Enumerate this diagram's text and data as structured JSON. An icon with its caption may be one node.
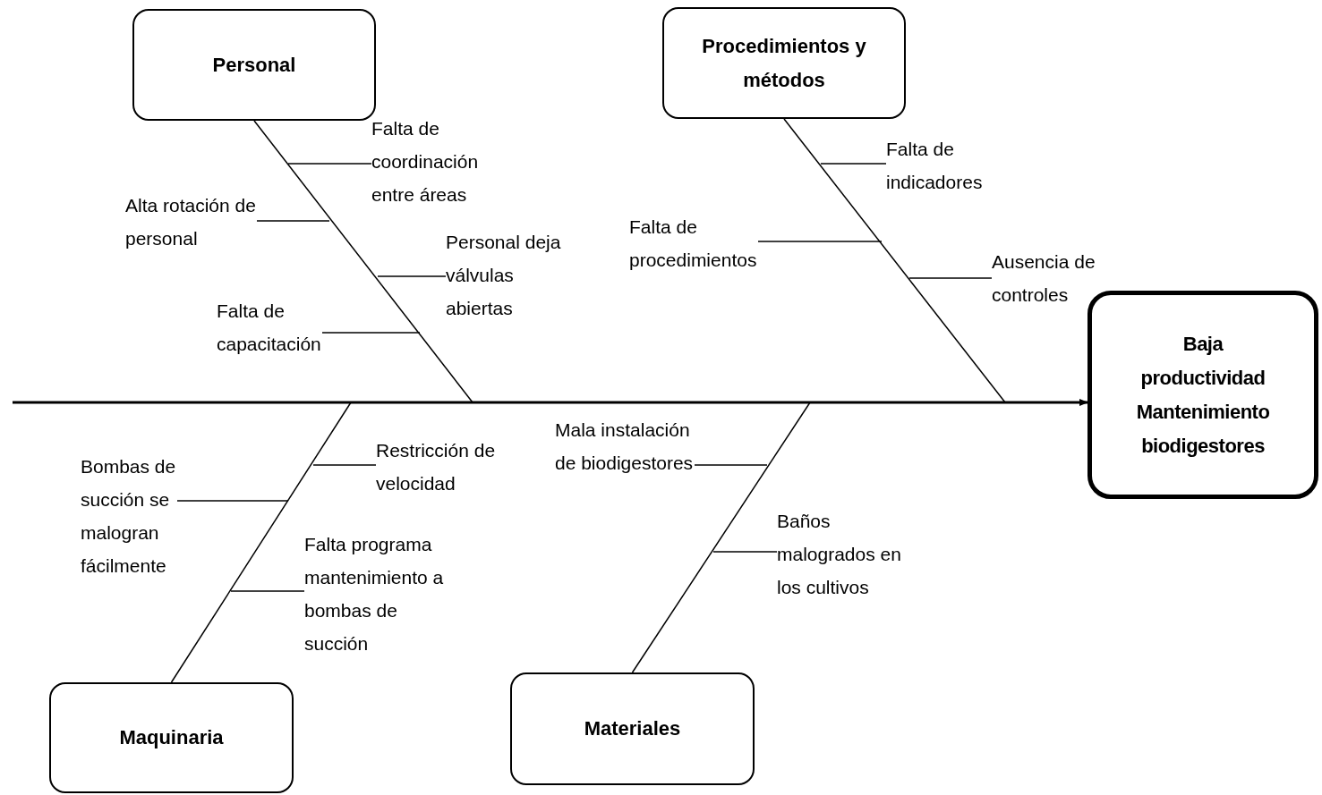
{
  "diagram": {
    "nodes": [
      {
        "text": [
          "Personal"
        ]
      },
      {
        "text": [
          "Procedimientos y métodos"
        ]
      },
      {
        "text": [
          "Falta de coordinación entre áreas"
        ]
      },
      {
        "text": [
          "Alta rotación de personal"
        ]
      },
      {
        "text": [
          "Personal deja válvulas abiertas"
        ]
      },
      {
        "text": [
          "Falta de capacitación"
        ]
      },
      {
        "text": [
          "Falta de indicadores"
        ]
      },
      {
        "text": [
          "Falta de procedimientos"
        ]
      },
      {
        "text": [
          "Ausencia de controles"
        ]
      },
      {
        "text": [
          "Baja productividad Mantenimiento biodigestores"
        ]
      },
      {
        "text": [
          "Restricción de velocidad"
        ]
      },
      {
        "text": [
          "Bombas de succión se malogran fácilmente"
        ]
      },
      {
        "text": [
          "Falta programa mantenimiento a bombas de succión"
        ]
      },
      {
        "text": [
          "Mala instalación de biodigestores"
        ]
      },
      {
        "text": [
          "Baños malogrados en los cultivos"
        ]
      },
      {
        "text": [
          "Maquinaria"
        ]
      },
      {
        "text": [
          "Materiales"
        ]
      }
    ],
    "edges": [
      {
        "from": null,
        "to": 9,
        "arrow": "to"
      },
      {
        "from": 0,
        "to": null,
        "arrow": "none"
      },
      {
        "from": 1,
        "to": null,
        "arrow": "none"
      },
      {
        "from": 15,
        "to": null,
        "arrow": "none"
      },
      {
        "from": 16,
        "to": null,
        "arrow": "none"
      },
      {
        "from": 2,
        "to": null,
        "arrow": "none"
      },
      {
        "from": 3,
        "to": null,
        "arrow": "none"
      },
      {
        "from": 4,
        "to": null,
        "arrow": "none"
      },
      {
        "from": 5,
        "to": null,
        "arrow": "none"
      },
      {
        "from": 6,
        "to": null,
        "arrow": "none"
      },
      {
        "from": 7,
        "to": null,
        "arrow": "none"
      },
      {
        "from": 8,
        "to": null,
        "arrow": "none"
      },
      {
        "from": 10,
        "to": null,
        "arrow": "none"
      },
      {
        "from": 11,
        "to": null,
        "arrow": "none"
      },
      {
        "from": 12,
        "to": null,
        "arrow": "none"
      },
      {
        "from": 13,
        "to": null,
        "arrow": "none"
      },
      {
        "from": 14,
        "to": null,
        "arrow": "none"
      }
    ]
  }
}
